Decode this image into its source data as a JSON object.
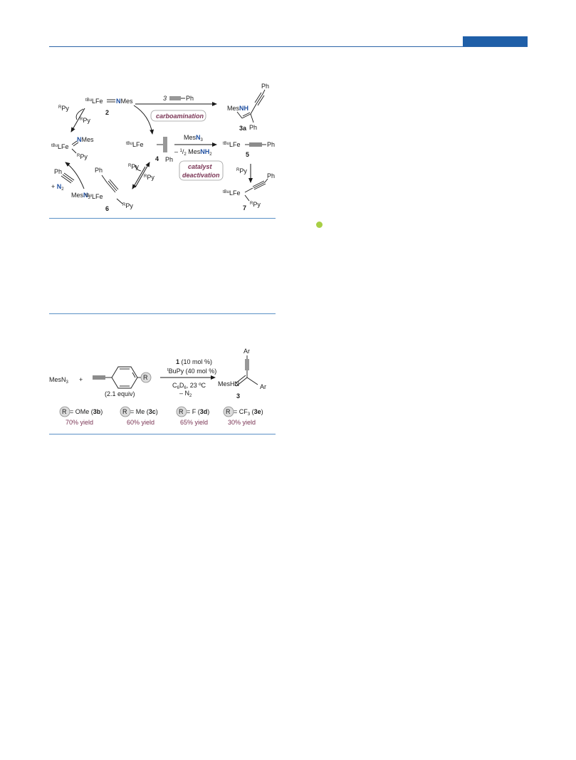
{
  "scheme1": {
    "complex2": {
      "prefix_sup": "tBu",
      "prefix": "LFe",
      "atom": "N",
      "suffix": "Mes",
      "number": "2"
    },
    "reagent_alkyne": {
      "count": "3",
      "group": "Ph"
    },
    "carboamination_label": "carboamination",
    "product3a": {
      "amine_prefix": "Mes",
      "amine_atom": "NH",
      "phenyl_top": "Ph",
      "phenyl_bottom": "Ph",
      "number": "3a"
    },
    "complex4": {
      "prefix_sup": "tBu",
      "prefix": "LFe",
      "phenyl": "Ph",
      "number": "4"
    },
    "mesn3_reagent": {
      "prefix": "Mes",
      "atom": "N",
      "sub": "3"
    },
    "byproduct": {
      "minus": "– ",
      "frac_num": "1",
      "frac_den": "2",
      "name": "Mes",
      "atom": "N",
      "H": "H",
      "sub": "2"
    },
    "complex5": {
      "prefix_sup": "tBu",
      "prefix": "LFe",
      "phenyl": "Ph",
      "number": "5"
    },
    "deactivation_label": {
      "line1": "catalyst",
      "line2": "deactivation"
    },
    "pyridine_added": {
      "sup": "R",
      "name": "Py"
    },
    "complex7": {
      "prefix_sup": "tBu",
      "prefix": "LFe",
      "phenyl": "Ph",
      "py_sup": "R",
      "py": "Py",
      "number": "7"
    },
    "imido_left": {
      "prefix_sup": "tBu",
      "prefix": "LFe",
      "atom": "N",
      "suffix": "Mes",
      "py_sup": "R",
      "py": "Py"
    },
    "py_top_left": {
      "sup": "R",
      "name": "Py"
    },
    "py_top_right": {
      "sup": "R",
      "name": "Py"
    },
    "bottom_left": {
      "phenyl": "Ph",
      "plus": "+ ",
      "n2_atom": "N",
      "n2_sub": "2",
      "mesn3_prefix": "Mes",
      "mesn3_atom": "N",
      "mesn3_sub": "3"
    },
    "complex6": {
      "prefix_sup": "tBu",
      "prefix": "LFe",
      "phenyl": "Ph",
      "py_sup": "R",
      "py": "Py",
      "number": "6"
    },
    "py_mid_top": {
      "sup": "R",
      "name": "Py"
    },
    "py_mid_right": {
      "sup": "R",
      "name": "Py"
    }
  },
  "scheme2": {
    "reagent": {
      "name": "MesN",
      "sub": "3"
    },
    "plus": "+",
    "r_group": "R",
    "equiv": "(2.1 equiv)",
    "conditions": {
      "cat_num": "1",
      "cat_load": " (10 mol %)",
      "ligand_sup": "t",
      "ligand": "BuPy (40 mol %)",
      "solvent_a": "C",
      "solvent_s1": "6",
      "solvent_b": "D",
      "solvent_s2": "6",
      "temp": ", 23 ºC",
      "minus_n2": "– N",
      "minus_n2_sub": "2"
    },
    "product": {
      "ar_top": "Ar",
      "ar_right": "Ar",
      "amine": "MesHN",
      "number": "3"
    },
    "examples": [
      {
        "r": "R",
        "eq": " = OMe (",
        "code": "3b",
        "close": ")",
        "yield": "70% yield"
      },
      {
        "r": "R",
        "eq": " = Me (",
        "code": "3c",
        "close": ")",
        "yield": "60% yield"
      },
      {
        "r": "R",
        "eq": " = F (",
        "code": "3d",
        "close": ")",
        "yield": "65% yield"
      },
      {
        "r": "R",
        "eq": " = CF",
        "sub": "3",
        "eq2": " (",
        "code": "3e",
        "close": ")",
        "yield": "30% yield"
      }
    ]
  },
  "colors": {
    "header_blue": "#1f5fa8",
    "rule_blue": "#5b91c6",
    "nitrogen_blue": "#1f4fa0",
    "label_plum": "#7a3454",
    "bullet_green": "#a8cf45"
  }
}
